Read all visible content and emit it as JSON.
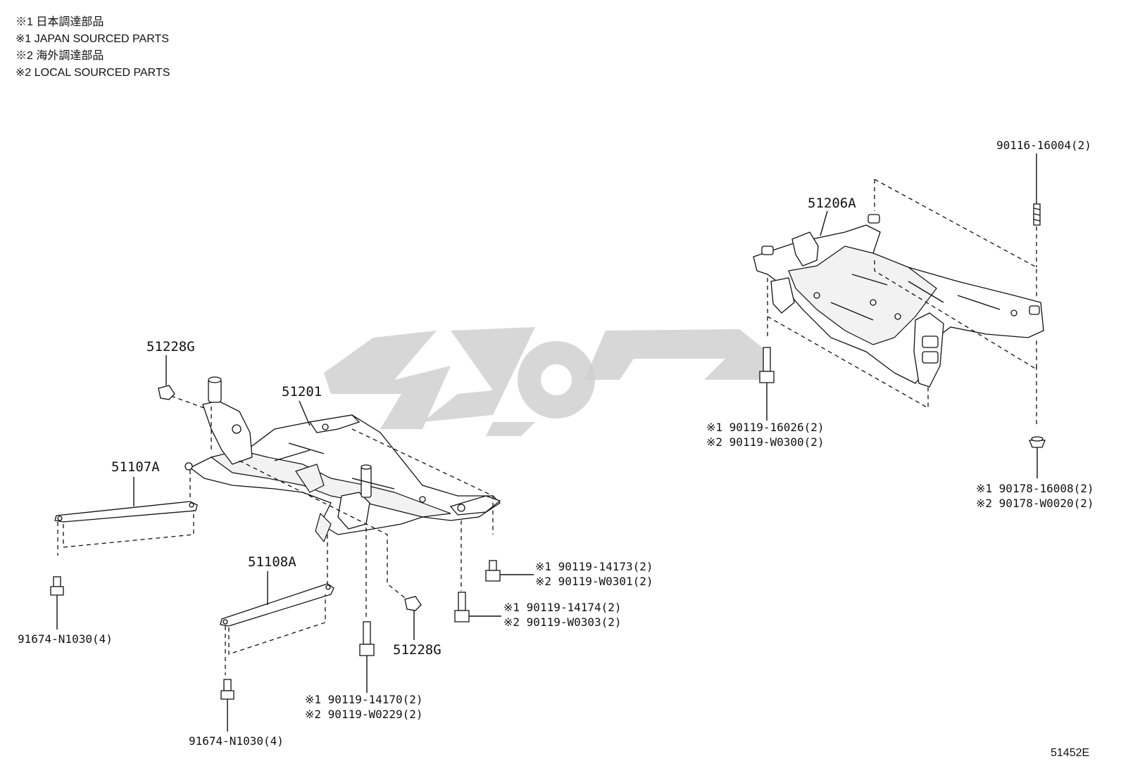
{
  "notes": [
    "※1 日本調達部品",
    "※1 JAPAN SOURCED PARTS",
    "※2 海外調達部品",
    "※2 LOCAL SOURCED PARTS"
  ],
  "labels": {
    "p51228g_top": "51228G",
    "p51201": "51201",
    "p51107a": "51107A",
    "p51108a": "51108A",
    "p51228g_bottom": "51228G",
    "p91674_left": "91674-N1030(4)",
    "p91674_bottom": "91674-N1030(4)",
    "bolt_14173": [
      "※1 90119-14173(2)",
      "※2 90119-W0301(2)"
    ],
    "bolt_14174": [
      "※1 90119-14174(2)",
      "※2 90119-W0303(2)"
    ],
    "bolt_14170": [
      "※1 90119-14170(2)",
      "※2 90119-W0229(2)"
    ],
    "p51206a": "51206A",
    "stud_16004": "90116-16004(2)",
    "bolt_16026": [
      "※1 90119-16026(2)",
      "※2 90119-W0300(2)"
    ],
    "nut_16008": [
      "※1 90178-16008(2)",
      "※2 90178-W0020(2)"
    ],
    "diagram_id": "51452E"
  },
  "colors": {
    "ink": "#111111",
    "watermark": "#d0d0d0"
  }
}
